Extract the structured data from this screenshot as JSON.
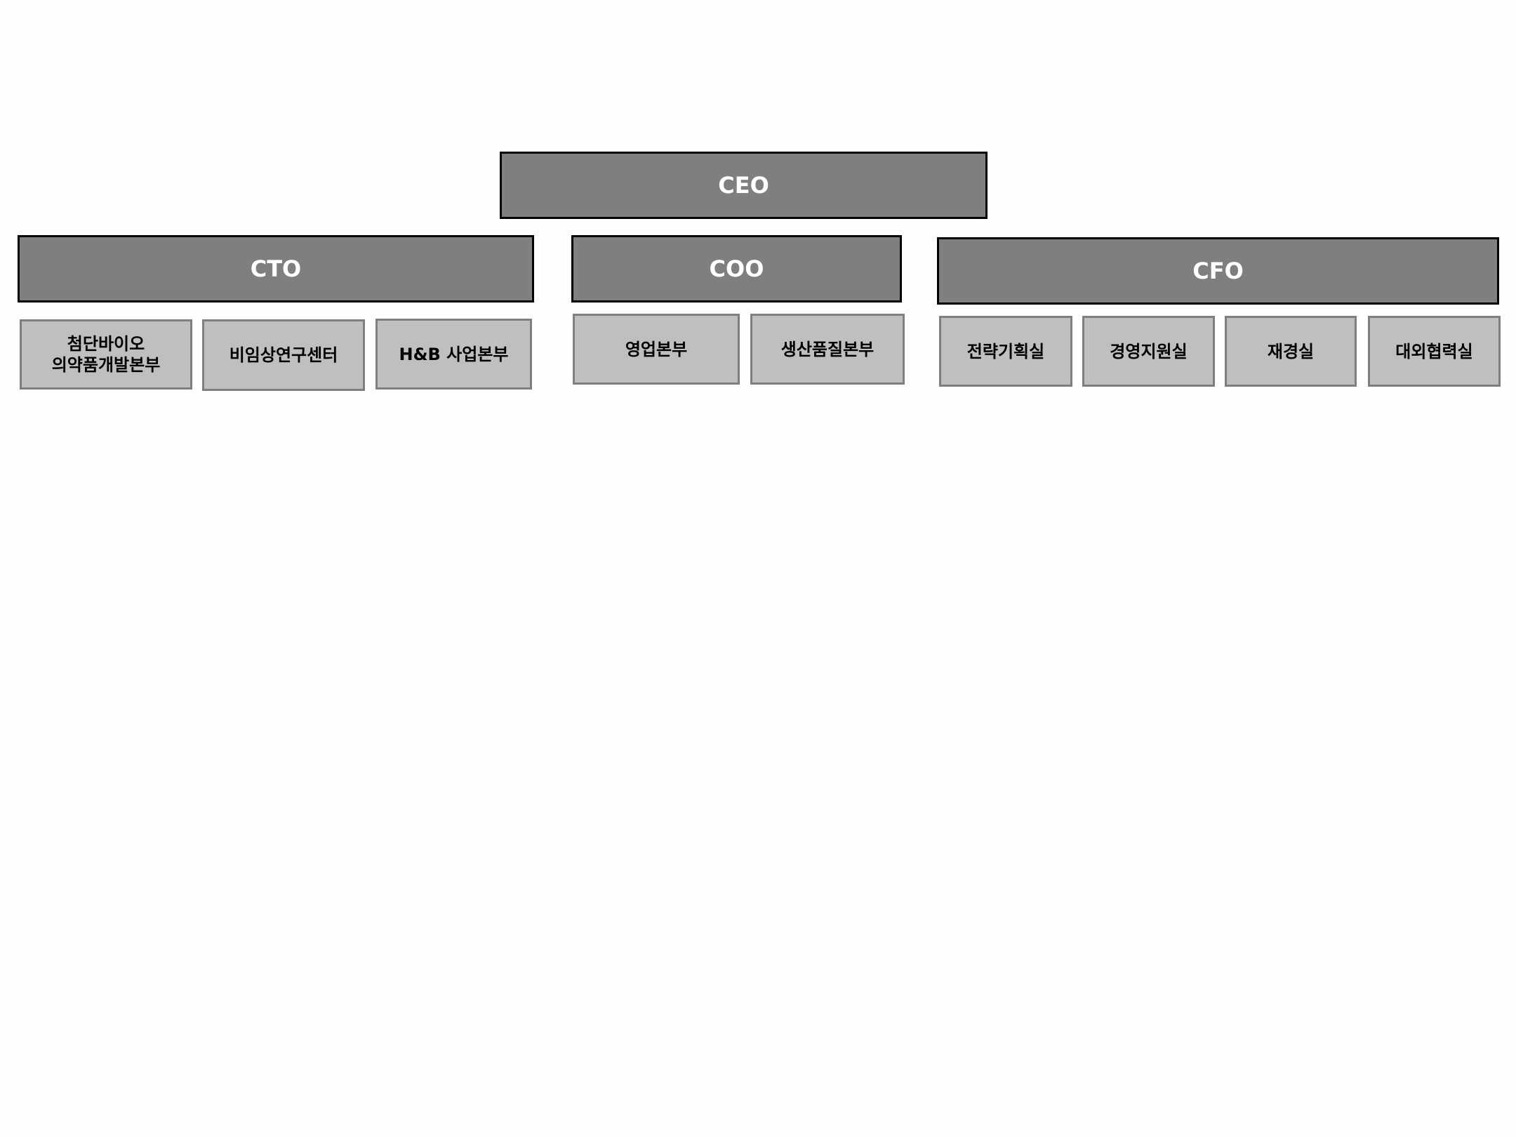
{
  "org_chart": {
    "ceo": "CEO",
    "executives": {
      "cto": "CTO",
      "coo": "COO",
      "cfo": "CFO"
    },
    "cto_departments": [
      "첨단바이오\n의약품개발본부",
      "비임상연구센터",
      "H&B 사업본부"
    ],
    "coo_departments": [
      "영업본부",
      "생산품질본부"
    ],
    "cfo_departments": [
      "전략기획실",
      "경영지원실",
      "재경실",
      "대외협력실"
    ]
  },
  "colors": {
    "executive_fill": "#7f7f7f",
    "executive_border": "#000000",
    "department_fill": "#bfbfbf",
    "department_border": "#7f7f7f",
    "background": "#fefefe"
  }
}
